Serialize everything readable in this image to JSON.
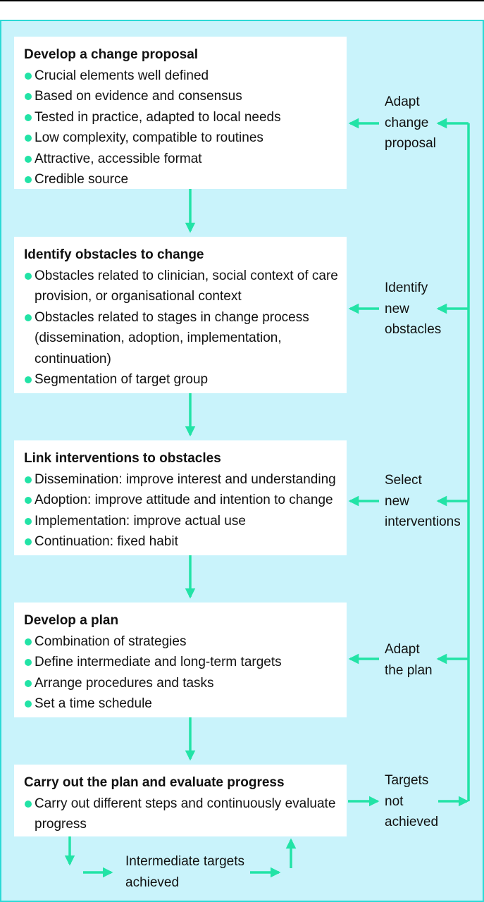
{
  "steps": [
    {
      "title": "Develop a change proposal",
      "items": [
        "Crucial elements well defined",
        "Based on evidence and consensus",
        "Tested in practice, adapted to local needs",
        "Low complexity, compatible to routines",
        "Attractive, accessible format",
        "Credible source"
      ]
    },
    {
      "title": "Identify obstacles to change",
      "items": [
        "Obstacles related to clinician, social context of care provision, or organisational context",
        "Obstacles related to stages in change process (dissemination, adoption, implementation, continuation)",
        "Segmentation of target group"
      ]
    },
    {
      "title": "Link interventions to obstacles",
      "items": [
        "Dissemination: improve interest and understanding",
        "Adoption: improve attitude and intention to change",
        "Implementation: improve actual use",
        "Continuation: fixed habit"
      ]
    },
    {
      "title": "Develop a plan",
      "items": [
        "Combination of strategies",
        "Define intermediate and long-term targets",
        "Arrange procedures and tasks",
        "Set a time schedule"
      ]
    },
    {
      "title": "Carry out the plan and evaluate progress",
      "items": [
        "Carry out different steps and continuously evaluate progress"
      ]
    }
  ],
  "feedback_labels": [
    "Adapt\nchange\nproposal",
    "Identify\nnew\nobstacles",
    "Select\nnew\ninterventions",
    "Adapt\nthe plan",
    "Targets\nnot\nachieved"
  ],
  "bottom_label": "Intermediate targets\nachieved",
  "colors": {
    "arrow": "#22e3a6",
    "background": "#c9f3fb",
    "border": "#2cd9d6",
    "bullet": "#22e3a6"
  }
}
